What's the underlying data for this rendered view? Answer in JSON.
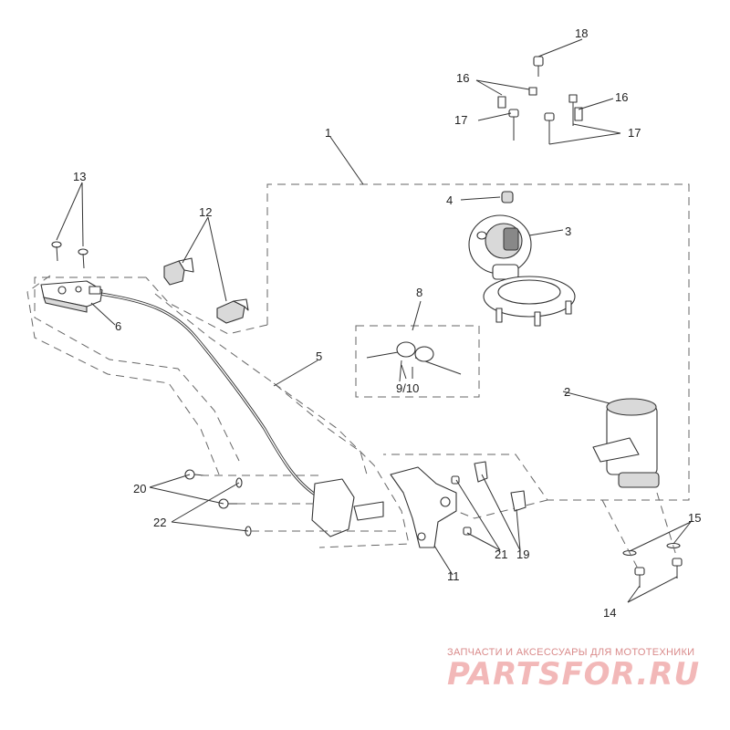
{
  "callouts": {
    "c1": "1",
    "c2": "2",
    "c3": "3",
    "c4": "4",
    "c5": "5",
    "c6": "6",
    "c8": "8",
    "c9_10": "9/10",
    "c11": "11",
    "c12": "12",
    "c13": "13",
    "c14": "14",
    "c15": "15",
    "c16a": "16",
    "c16b": "16",
    "c17a": "17",
    "c17b": "17",
    "c18": "18",
    "c19": "19",
    "c20": "20",
    "c21": "21",
    "c22": "22"
  },
  "watermark": {
    "tagline": "ЗАПЧАСТИ И АКСЕССУАРЫ ДЛЯ МОТОТЕХНИКИ",
    "logo": "PARTSFOR.RU",
    "color": "#e89a9a"
  },
  "palette": {
    "line": "#333333",
    "dash": "#666666",
    "fill": "#d9d9d9"
  }
}
